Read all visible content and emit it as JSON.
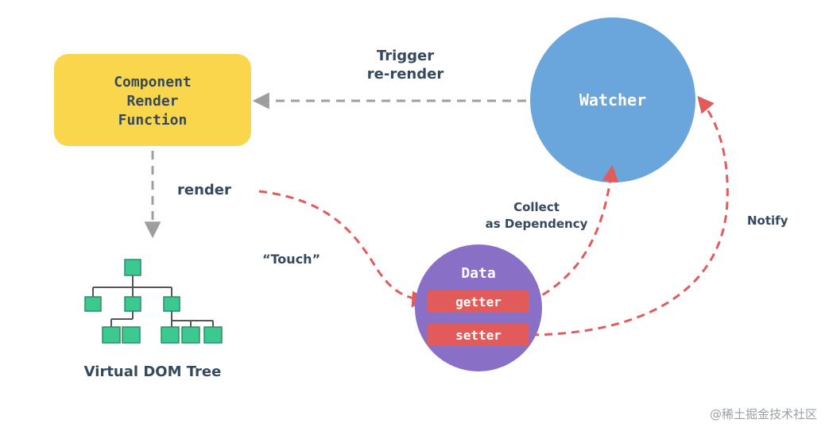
{
  "nodes": {
    "component": {
      "lines": [
        "Component",
        "Render",
        "Function"
      ],
      "color": "#f9d64b"
    },
    "watcher": {
      "label": "Watcher",
      "color": "#6aa6dc"
    },
    "data": {
      "label": "Data",
      "color": "#8a6fc6"
    },
    "getter": {
      "label": "getter",
      "color": "#e25b5b"
    },
    "setter": {
      "label": "setter",
      "color": "#e25b5b"
    },
    "vdom": {
      "label": "Virtual DOM Tree",
      "color": "#3cc98f"
    }
  },
  "edges": {
    "trigger": {
      "lines": [
        "Trigger",
        "re-render"
      ]
    },
    "render": {
      "label": "render"
    },
    "touch": {
      "label": "“Touch”"
    },
    "collect": {
      "lines": [
        "Collect",
        "as Dependency"
      ]
    },
    "notify": {
      "label": "Notify"
    }
  },
  "colors": {
    "arrow_gray": "#9e9e9e",
    "arrow_red": "#e25b5b",
    "text": "#34495e"
  },
  "watermark": "@稀土掘金技术社区"
}
